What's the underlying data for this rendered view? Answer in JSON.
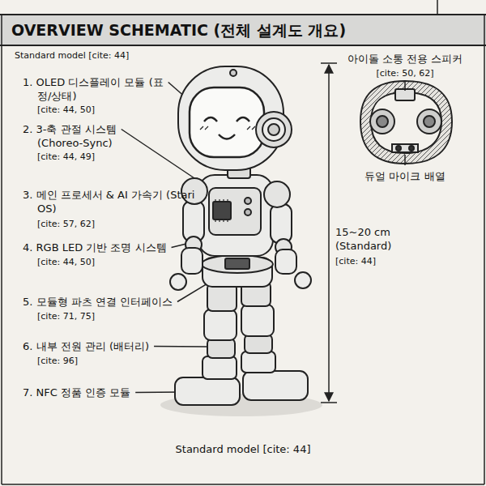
{
  "diagram": {
    "title": "OVERVIEW SCHEMATIC (전체 설계도 개요)",
    "caption": "Standard model [cite: 44]",
    "labels": [
      "Standard model [cite: 44]",
      "1. OLED 디스플레이 모듈 (표정/상태)",
      "[cite: 44, 50]",
      "2. 3-축 관절 시스템 (Choreo-Sync)",
      "[cite: 44, 49]",
      "3. 메인 프로세서 & AI 가속기 (Stari OS)",
      "[cite: 57, 62]",
      "4. RGB LED 기반 조명 시스템",
      "[cite: 44, 50]",
      "5. 모듈형 파츠 연결 인터페이스",
      "[cite: 71, 75]",
      "6. 내부 전원 관리 (배터리)",
      "[cite: 96]",
      "7. NFC 정품 인증 모듈",
      "아이돌 소통 전용 스피커",
      "[cite: 50, 62]",
      "듀얼 마이크 배열",
      "15~20 cm (Standard)",
      "[cite: 44]"
    ]
  }
}
